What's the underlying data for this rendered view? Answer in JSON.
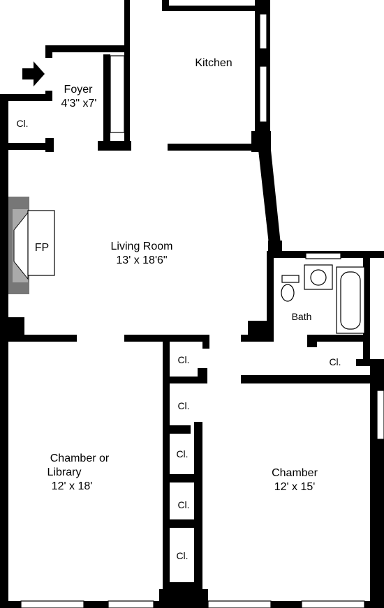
{
  "rooms": {
    "foyer": {
      "name": "Foyer",
      "size": "4'3\" x7'"
    },
    "kitchen": {
      "name": "Kitchen"
    },
    "living": {
      "name": "Living Room",
      "size": "13' x 18'6\""
    },
    "fireplace": {
      "label": "FP"
    },
    "bath": {
      "name": "Bath"
    },
    "chamber_library": {
      "line1": "Chamber or",
      "line2": "Library",
      "size": "12' x 18'"
    },
    "chamber": {
      "name": "Chamber",
      "size": "12' x 15'"
    }
  },
  "closets": [
    {
      "label": "Cl."
    },
    {
      "label": "Cl."
    },
    {
      "label": "Cl."
    },
    {
      "label": "Cl."
    },
    {
      "label": "Cl."
    },
    {
      "label": "Cl."
    },
    {
      "label": "Cl."
    }
  ],
  "entry_arrow": {
    "icon": "entry-arrow-icon"
  },
  "colors": {
    "wall": "#000000",
    "background": "#ffffff"
  }
}
